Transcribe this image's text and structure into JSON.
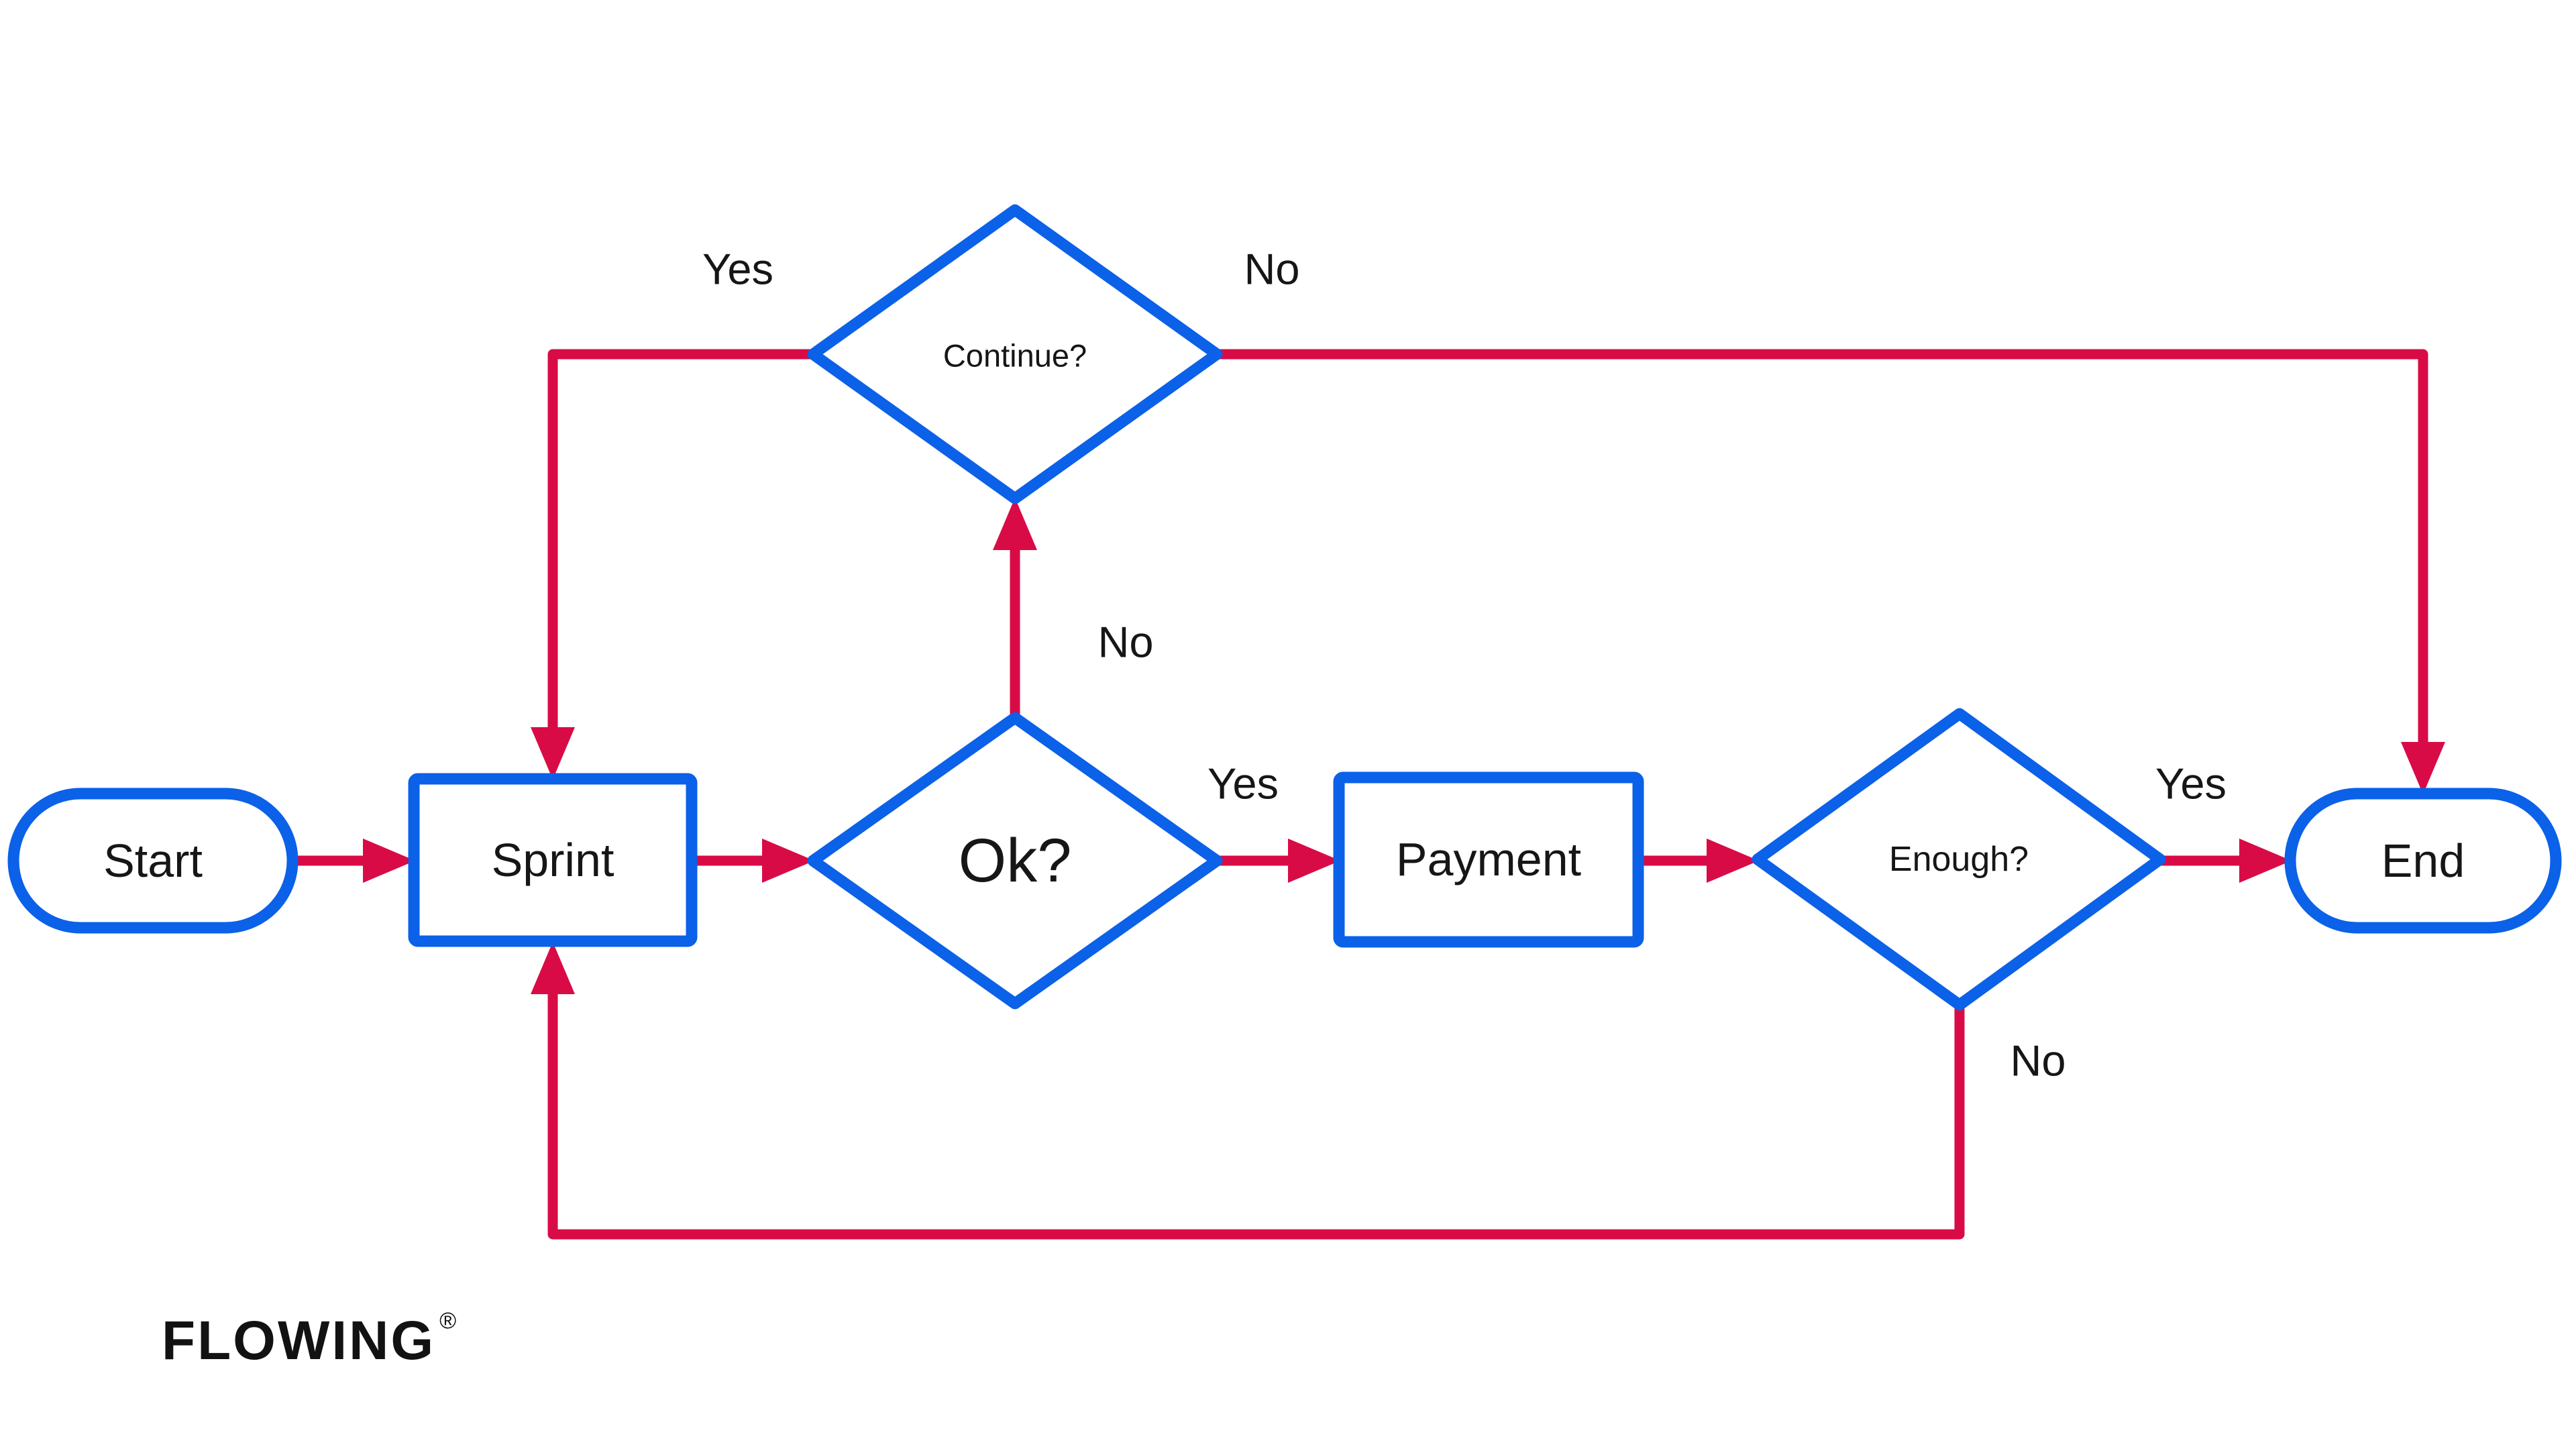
{
  "diagram": {
    "type": "flowchart",
    "nodes": [
      {
        "id": "start",
        "shape": "terminator",
        "label": "Start"
      },
      {
        "id": "sprint",
        "shape": "process",
        "label": "Sprint"
      },
      {
        "id": "ok",
        "shape": "decision",
        "label": "Ok?"
      },
      {
        "id": "payment",
        "shape": "process",
        "label": "Payment"
      },
      {
        "id": "enough",
        "shape": "decision",
        "label": "Enough?"
      },
      {
        "id": "end",
        "shape": "terminator",
        "label": "End"
      },
      {
        "id": "continue",
        "shape": "decision",
        "label": "Continue?"
      }
    ],
    "edges": [
      {
        "from": "start",
        "to": "sprint",
        "label": ""
      },
      {
        "from": "sprint",
        "to": "ok",
        "label": ""
      },
      {
        "from": "ok",
        "to": "payment",
        "label": "Yes"
      },
      {
        "from": "payment",
        "to": "enough",
        "label": ""
      },
      {
        "from": "enough",
        "to": "end",
        "label": "Yes"
      },
      {
        "from": "ok",
        "to": "continue",
        "label": "No"
      },
      {
        "from": "continue",
        "to": "sprint",
        "label": "Yes"
      },
      {
        "from": "continue",
        "to": "end",
        "label": "No"
      },
      {
        "from": "enough",
        "to": "sprint",
        "label": "No"
      }
    ]
  },
  "theme": {
    "blue": "#0B61E8",
    "red": "#D90B46",
    "ink": "#161616",
    "bg": "#FFFFFF"
  },
  "branding": {
    "logo_text": "FLOWING",
    "registered_mark": "®"
  }
}
